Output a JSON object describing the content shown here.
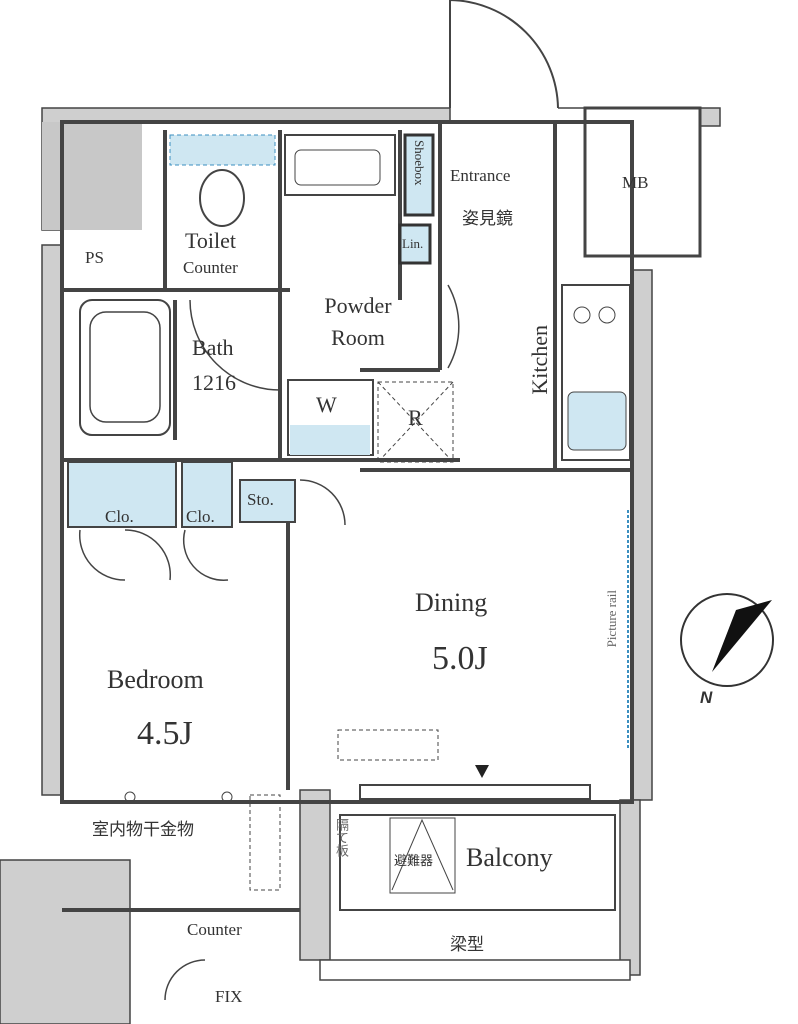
{
  "rooms": {
    "entrance": "Entrance",
    "peephole": "姿見鏡",
    "shoebox": "Shoebox",
    "linen": "Lin.",
    "mb": "MB",
    "ps": "PS",
    "toilet": "Toilet",
    "toilet_counter": "Counter",
    "powder_room": "Powder Room",
    "bath": "Bath",
    "bath_size": "1216",
    "washer": "W",
    "refrigerator": "R",
    "kitchen": "Kitchen",
    "closet1": "Clo.",
    "closet2": "Clo.",
    "storage": "Sto.",
    "dining": "Dining",
    "dining_size": "5.0J",
    "picture_rail": "Picture rail",
    "bedroom": "Bedroom",
    "bedroom_size": "4.5J",
    "drying_hardware": "室内物干金物",
    "balcony": "Balcony",
    "evac_hatch": "避難器",
    "partition": "隔て板",
    "beam": "梁型",
    "counter": "Counter",
    "fix": "FIX"
  },
  "compass": {
    "north": "N"
  },
  "colors": {
    "wall": "#c8c8c8",
    "line": "#444444",
    "blue": "#cfe7f2",
    "dash": "#3b8fc0"
  }
}
